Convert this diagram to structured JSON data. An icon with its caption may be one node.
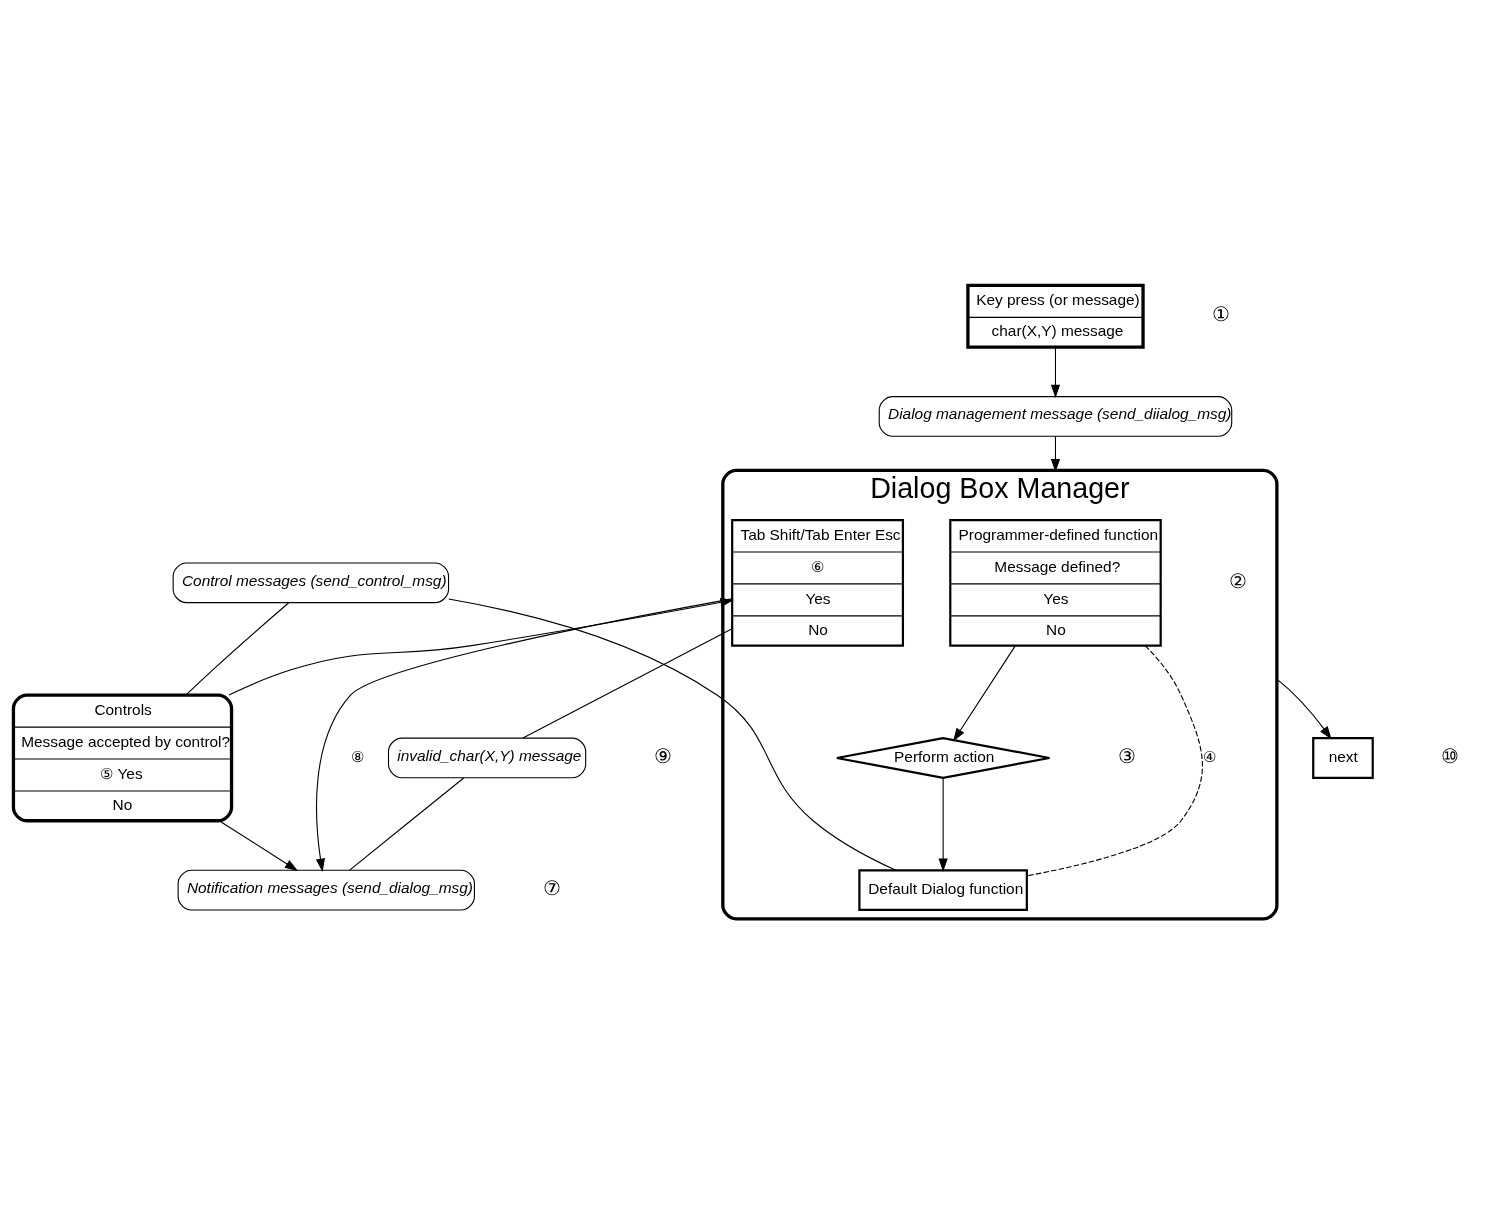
{
  "diagram": {
    "nodes": [
      {
        "text": [
          "next"
        ],
        "beside": [
          "⑩"
        ]
      },
      {
        "text": [
          "Key press (or message)",
          "char(X,Y) message"
        ],
        "beside": [
          "①"
        ]
      },
      {
        "text": [
          "Dialog management message (send_diialog_msg)"
        ]
      },
      {
        "text": [
          "invalid_char(X,Y) message"
        ],
        "beside": [
          "⑨"
        ]
      },
      {
        "text": [
          "Dialog Box Manager"
        ]
      },
      {
        "text": [
          "Programmer-defined function",
          "Message defined?",
          "Yes",
          "No"
        ],
        "in": 4,
        "beside": [
          "②"
        ]
      },
      {
        "text": [
          "Perform action"
        ],
        "in": 4,
        "beside": [
          "③"
        ]
      },
      {
        "text": [
          "Default Dialog function"
        ],
        "in": 4
      },
      {
        "text": [
          "Tab Shift/Tab Enter Esc",
          "⑥",
          "Yes",
          "No"
        ],
        "in": 4
      },
      {
        "text": [
          "Control messages (send_control_msg)"
        ]
      },
      {
        "text": [
          "Controls",
          "Message accepted by control?",
          "⑤ Yes",
          "No"
        ]
      },
      {
        "text": [
          "Notification messages (send_dialog_msg)"
        ],
        "beside": [
          "⑦"
        ]
      }
    ],
    "edges": [
      {
        "from": 1,
        "to": 2,
        "arrow": "to"
      },
      {
        "from": 2,
        "to": 4,
        "arrow": "to"
      },
      {
        "from": 4,
        "to": 0,
        "arrow": "to"
      },
      {
        "from": 5,
        "to": 6,
        "arrow": "to"
      },
      {
        "from": 6,
        "to": 7,
        "arrow": "to"
      },
      {
        "from": 5,
        "to": 7,
        "arrow": "none",
        "style": "dashed",
        "label": "④"
      },
      {
        "from": 7,
        "to": 9,
        "arrow": "none"
      },
      {
        "from": 9,
        "to": 10,
        "arrow": "none"
      },
      {
        "from": 10,
        "to": 11,
        "arrow": "to"
      },
      {
        "from": 10,
        "to": 8,
        "arrow": "to"
      },
      {
        "from": 8,
        "to": 3,
        "arrow": "none"
      },
      {
        "from": 3,
        "to": 11,
        "arrow": "none"
      },
      {
        "from": 8,
        "to": 11,
        "arrow": "to",
        "label": "⑧"
      }
    ]
  }
}
